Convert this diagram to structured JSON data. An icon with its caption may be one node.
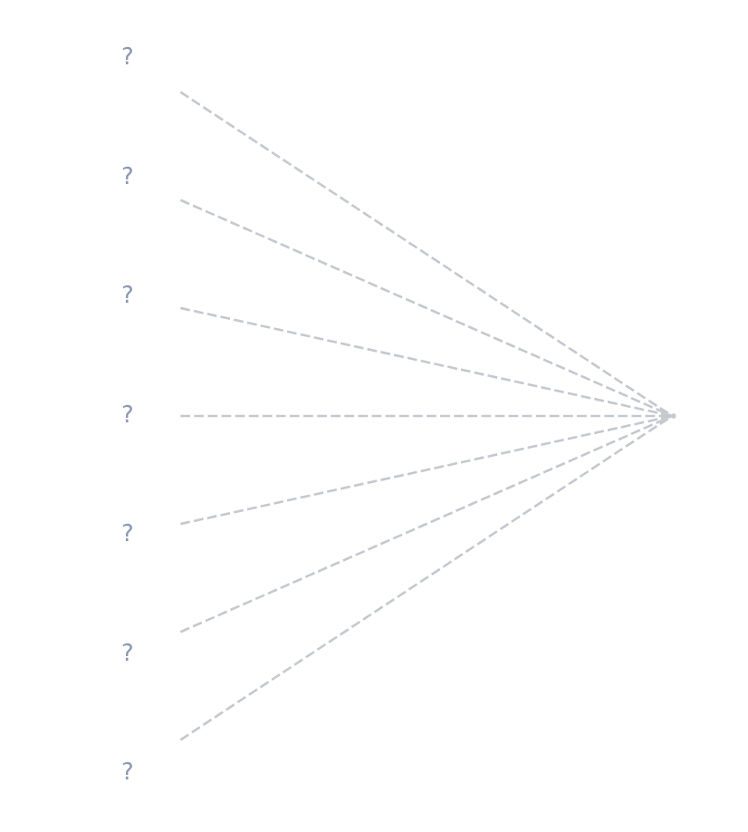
{
  "diagram": {
    "nodes": [
      {
        "text": [
          "?"
        ]
      },
      {
        "text": [
          "?"
        ]
      },
      {
        "text": [
          "?"
        ]
      },
      {
        "text": [
          "?"
        ]
      },
      {
        "text": [
          "?"
        ]
      },
      {
        "text": [
          "?"
        ]
      },
      {
        "text": [
          "?"
        ]
      },
      {
        "text": [],
        "shape": "point"
      }
    ],
    "edges": [
      {
        "from": 0,
        "to": 7,
        "arrow": "none",
        "style": "dashed"
      },
      {
        "from": 1,
        "to": 7,
        "arrow": "none",
        "style": "dashed"
      },
      {
        "from": 2,
        "to": 7,
        "arrow": "none",
        "style": "dashed"
      },
      {
        "from": 3,
        "to": 7,
        "arrow": "none",
        "style": "dashed"
      },
      {
        "from": 4,
        "to": 7,
        "arrow": "none",
        "style": "dashed"
      },
      {
        "from": 5,
        "to": 7,
        "arrow": "none",
        "style": "dashed"
      },
      {
        "from": 6,
        "to": 7,
        "arrow": "none",
        "style": "dashed"
      }
    ]
  }
}
